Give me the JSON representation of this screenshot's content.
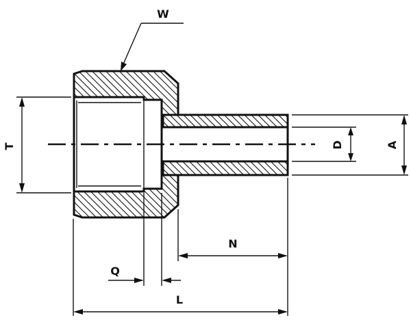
{
  "drawing": {
    "labels": {
      "W": "W",
      "T": "T",
      "D": "D",
      "A": "A",
      "N": "N",
      "Q": "Q",
      "L": "L"
    },
    "colors": {
      "line": "#111111",
      "background": "#ffffff"
    }
  }
}
